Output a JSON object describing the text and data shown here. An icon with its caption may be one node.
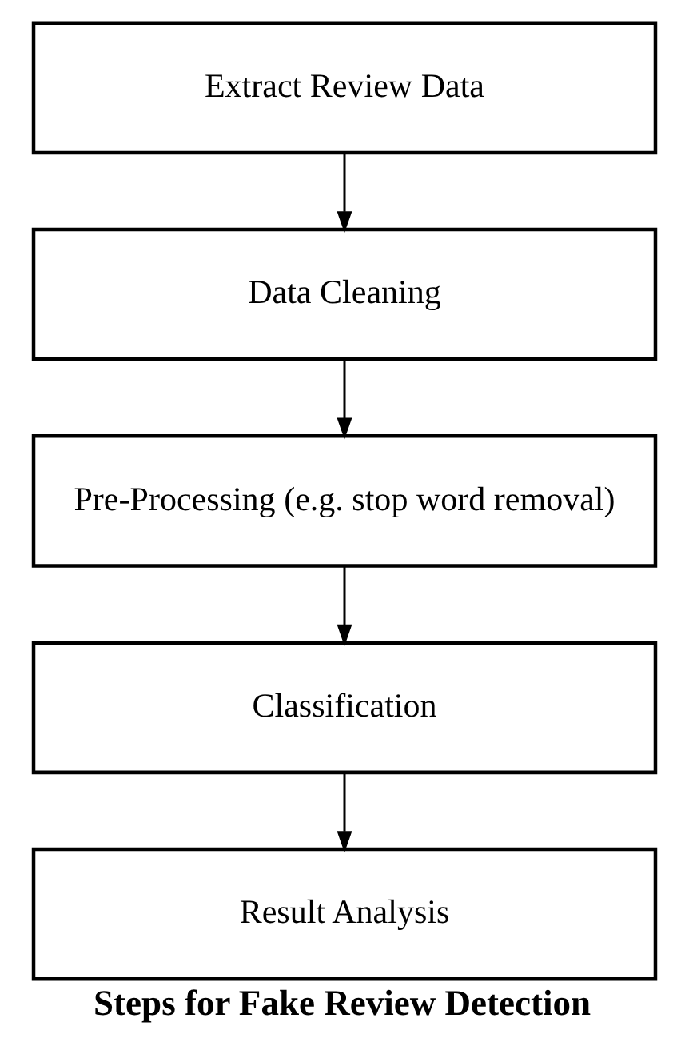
{
  "diagram": {
    "caption": "Steps for Fake Review Detection",
    "nodes": [
      {
        "text": [
          "Extract Review Data"
        ]
      },
      {
        "text": [
          "Data Cleaning"
        ]
      },
      {
        "text": [
          "Pre-Processing (e.g. stop word removal)"
        ]
      },
      {
        "text": [
          "Classification"
        ]
      },
      {
        "text": [
          "Result Analysis"
        ]
      }
    ],
    "edges": [
      {
        "from": 0,
        "to": 1,
        "arrow": "to"
      },
      {
        "from": 1,
        "to": 2,
        "arrow": "to"
      },
      {
        "from": 2,
        "to": 3,
        "arrow": "to"
      },
      {
        "from": 3,
        "to": 4,
        "arrow": "to"
      }
    ]
  }
}
